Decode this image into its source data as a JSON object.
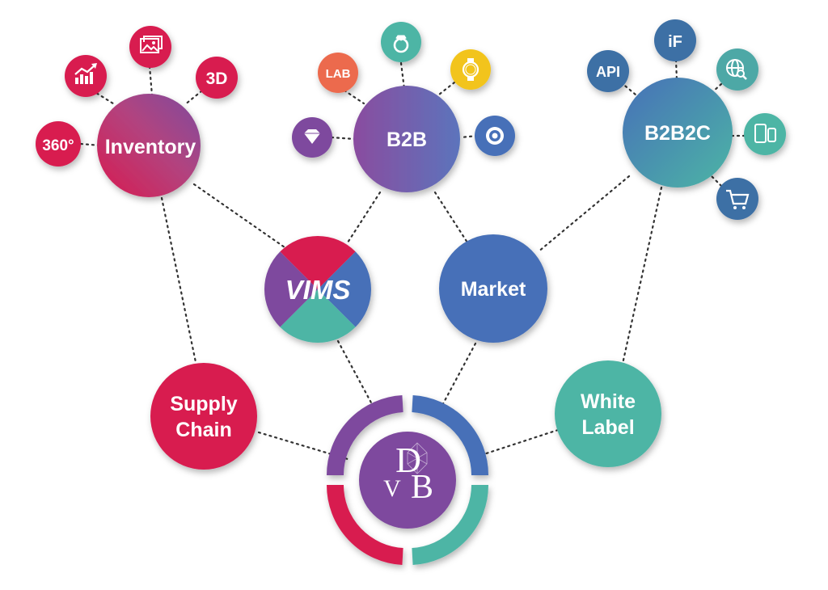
{
  "colors": {
    "crimson": "#D81B50",
    "purple": "#7E4A9E",
    "blue": "#4670B8",
    "teal": "#4DB5A5",
    "orange": "#EC6B4E",
    "gold": "#F2C41B",
    "slate": "#3E6FA5",
    "steel": "#5284B8"
  },
  "nodes": {
    "inventory": "Inventory",
    "b2b": "B2B",
    "b2b2c": "B2B2C",
    "vims": "VIMS",
    "market": "Market",
    "supply_line1": "Supply",
    "supply_line2": "Chain",
    "white_line1": "White",
    "white_line2": "Label",
    "center_logo": "VDB"
  },
  "satellites": {
    "three_sixty": "360°",
    "three_d": "3D",
    "lab": "LAB",
    "api": "API",
    "if": "iF"
  },
  "icons": {
    "inventory": [
      "chart-growth-icon",
      "image-gallery-icon"
    ],
    "b2b": [
      "ring-icon",
      "watch-icon",
      "diamond-icon",
      "gemstone-icon"
    ],
    "b2b2c": [
      "globe-search-icon",
      "devices-icon",
      "shopping-cart-icon"
    ]
  }
}
